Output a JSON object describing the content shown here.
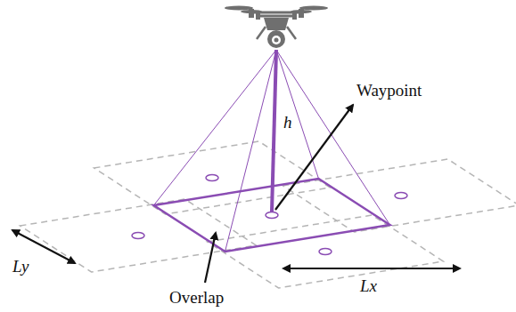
{
  "diagram": {
    "labels": [
      "h",
      "Waypoint",
      "Overlap",
      "Ly",
      "Lx"
    ]
  }
}
